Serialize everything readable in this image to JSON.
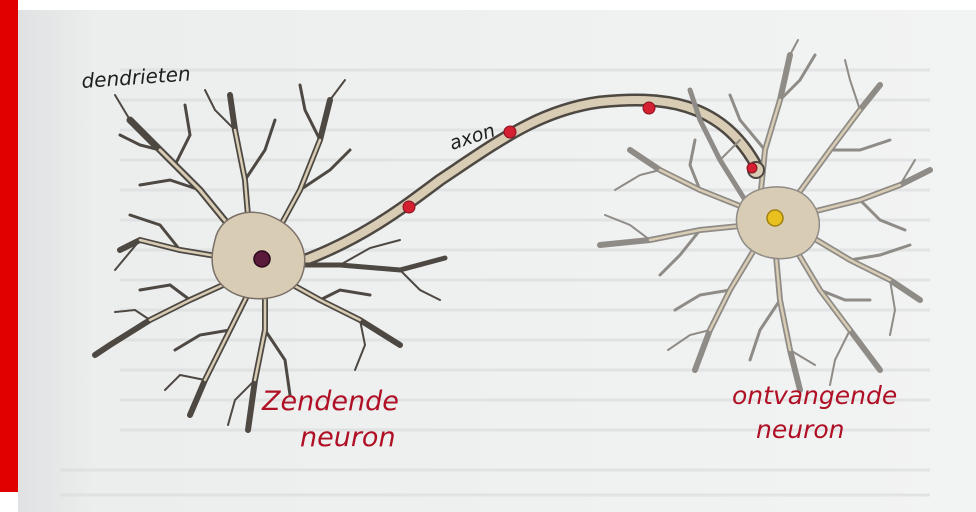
{
  "labels": {
    "dendrites": "dendrieten",
    "axon": "axon",
    "sending_line1": "Zendende",
    "sending_line2": "neuron",
    "receiving_line1": "ontvangende",
    "receiving_line2": "neuron"
  },
  "colors": {
    "frame_bar": "#e00000",
    "paper": "#eef0f0",
    "cell_body": "#d8cdb4",
    "dendrite_dark": "#4e4843",
    "dendrite_light": "#8f8b86",
    "label_red": "#b01025",
    "label_ink": "#1e1e1e",
    "signal_dot": "#d42030",
    "nucleus_sending": "#5a1a3a",
    "nucleus_receiving": "#e8c020"
  },
  "icons": [
    "sending-neuron-nucleus-icon",
    "receiving-neuron-nucleus-icon",
    "signal-dot-icon"
  ]
}
